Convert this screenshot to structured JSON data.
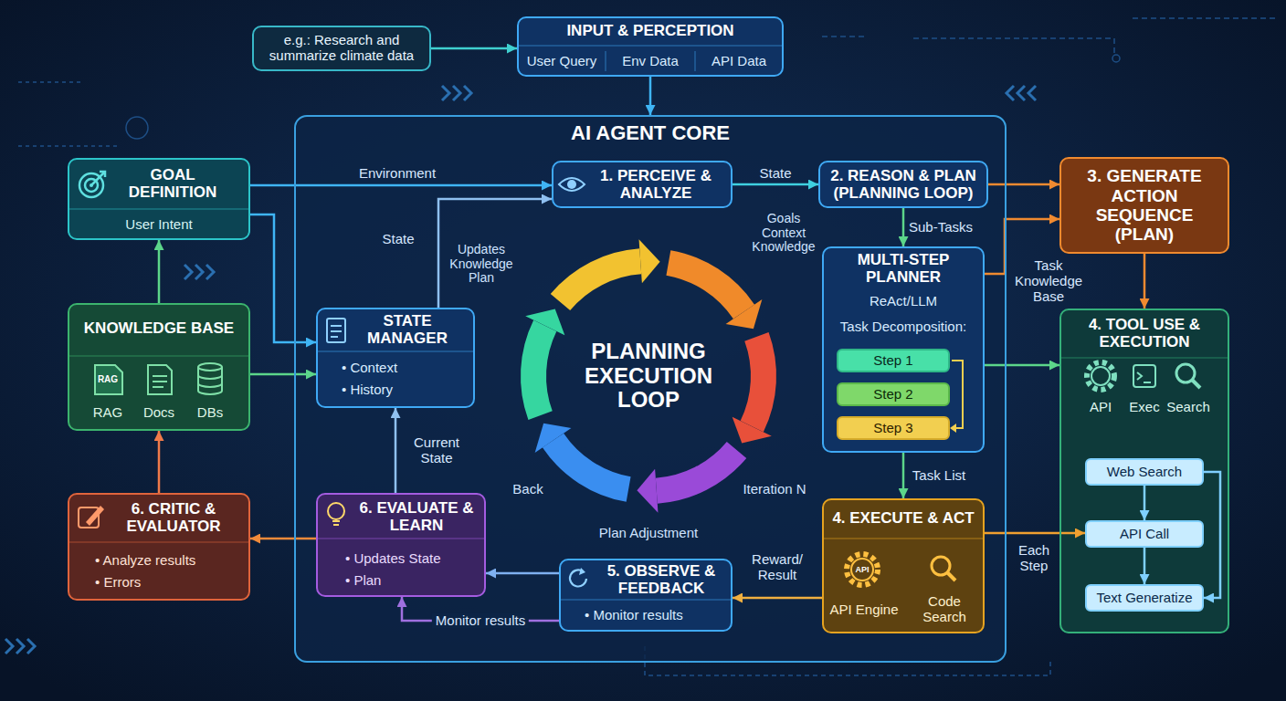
{
  "diagram": {
    "nodes": [
      {
        "text": [
          "e.g.: Research and summarize climate data"
        ]
      },
      {
        "text": [
          "INPUT & PERCEPTION",
          "User Query",
          "Env Data",
          "API Data"
        ]
      },
      {
        "text": [
          "AI AGENT CORE"
        ]
      },
      {
        "text": [
          "GOAL DEFINITION",
          "User Intent"
        ]
      },
      {
        "text": [
          "KNOWLEDGE BASE",
          "RAG",
          "Docs",
          "DBs"
        ]
      },
      {
        "text": [
          "6. CRITIC & EVALUATOR",
          "• Analyze results",
          "• Errors"
        ]
      },
      {
        "text": [
          "1. PERCEIVE & ANALYZE"
        ],
        "in": 2
      },
      {
        "text": [
          "2. REASON & PLAN (PLANNING LOOP)"
        ],
        "in": 2
      },
      {
        "text": [
          "STATE MANAGER",
          "• Context",
          "• History"
        ],
        "in": 2
      },
      {
        "text": [
          "PLANNING EXECUTION LOOP"
        ],
        "in": 2
      },
      {
        "text": [
          "MULTI-STEP PLANNER",
          "ReAct/LLM",
          "Task Decomposition:"
        ],
        "in": 2
      },
      {
        "text": [
          "Step 1"
        ],
        "in": 10
      },
      {
        "text": [
          "Step 2"
        ],
        "in": 10
      },
      {
        "text": [
          "Step 3"
        ],
        "in": 10
      },
      {
        "text": [
          "6. EVALUATE & LEARN",
          "• Updates State",
          "• Plan"
        ],
        "in": 2
      },
      {
        "text": [
          "5. OBSERVE & FEEDBACK",
          "• Monitor results"
        ],
        "in": 2
      },
      {
        "text": [
          "4. EXECUTE & ACT",
          "API Engine",
          "Code Search"
        ],
        "in": 2
      },
      {
        "text": [
          "3. GENERATE ACTION SEQUENCE (PLAN)"
        ]
      },
      {
        "text": [
          "4. TOOL USE & EXECUTION",
          "API",
          "Exec",
          "Search"
        ]
      },
      {
        "text": [
          "Web Search"
        ],
        "in": 18
      },
      {
        "text": [
          "API Call"
        ],
        "in": 18
      },
      {
        "text": [
          "Text Generatize"
        ],
        "in": 18
      }
    ],
    "edges": [
      {
        "from": 0,
        "to": 1,
        "arrow": "to"
      },
      {
        "from": 1,
        "to": 2,
        "arrow": "to"
      },
      {
        "from": 3,
        "to": 6,
        "arrow": "to",
        "label": "Environment"
      },
      {
        "from": 3,
        "to": 8,
        "arrow": "to"
      },
      {
        "from": 4,
        "to": 3,
        "arrow": "to"
      },
      {
        "from": 4,
        "to": 8,
        "arrow": "to"
      },
      {
        "from": 5,
        "to": 4,
        "arrow": "to"
      },
      {
        "from": 14,
        "to": 5,
        "arrow": "to"
      },
      {
        "from": 6,
        "to": 7,
        "arrow": "to",
        "label": "State"
      },
      {
        "from": 7,
        "to": 17,
        "arrow": "to"
      },
      {
        "from": 7,
        "to": 10,
        "arrow": "to",
        "label": "Sub-Tasks"
      },
      {
        "from": 10,
        "to": 17,
        "arrow": "to",
        "label": "Task Knowledge Base"
      },
      {
        "from": 10,
        "to": 18,
        "arrow": "to"
      },
      {
        "from": 17,
        "to": 18,
        "arrow": "to"
      },
      {
        "from": 10,
        "to": 16,
        "arrow": "to",
        "label": "Task List"
      },
      {
        "from": 16,
        "to": 20,
        "arrow": "to",
        "label": "Each Step"
      },
      {
        "from": 16,
        "to": 15,
        "arrow": "to",
        "label": "Reward/ Result"
      },
      {
        "from": 15,
        "to": 14,
        "arrow": "to"
      },
      {
        "from": 15,
        "to": 14,
        "arrow": "to",
        "label": "Monitor results"
      },
      {
        "from": 14,
        "to": 8,
        "arrow": "to",
        "label": "Current State"
      },
      {
        "from": 8,
        "to": 6,
        "arrow": "to",
        "label": "State"
      },
      {
        "from": 19,
        "to": 20,
        "arrow": "to"
      },
      {
        "from": 20,
        "to": 21,
        "arrow": "to"
      },
      {
        "from": 19,
        "to": 21,
        "arrow": "to"
      }
    ],
    "labels": [
      "Updates Knowledge Plan",
      "Goals Context Knowledge",
      "Back",
      "Iteration N",
      "Plan Adjustment",
      "RAG",
      "API"
    ]
  }
}
